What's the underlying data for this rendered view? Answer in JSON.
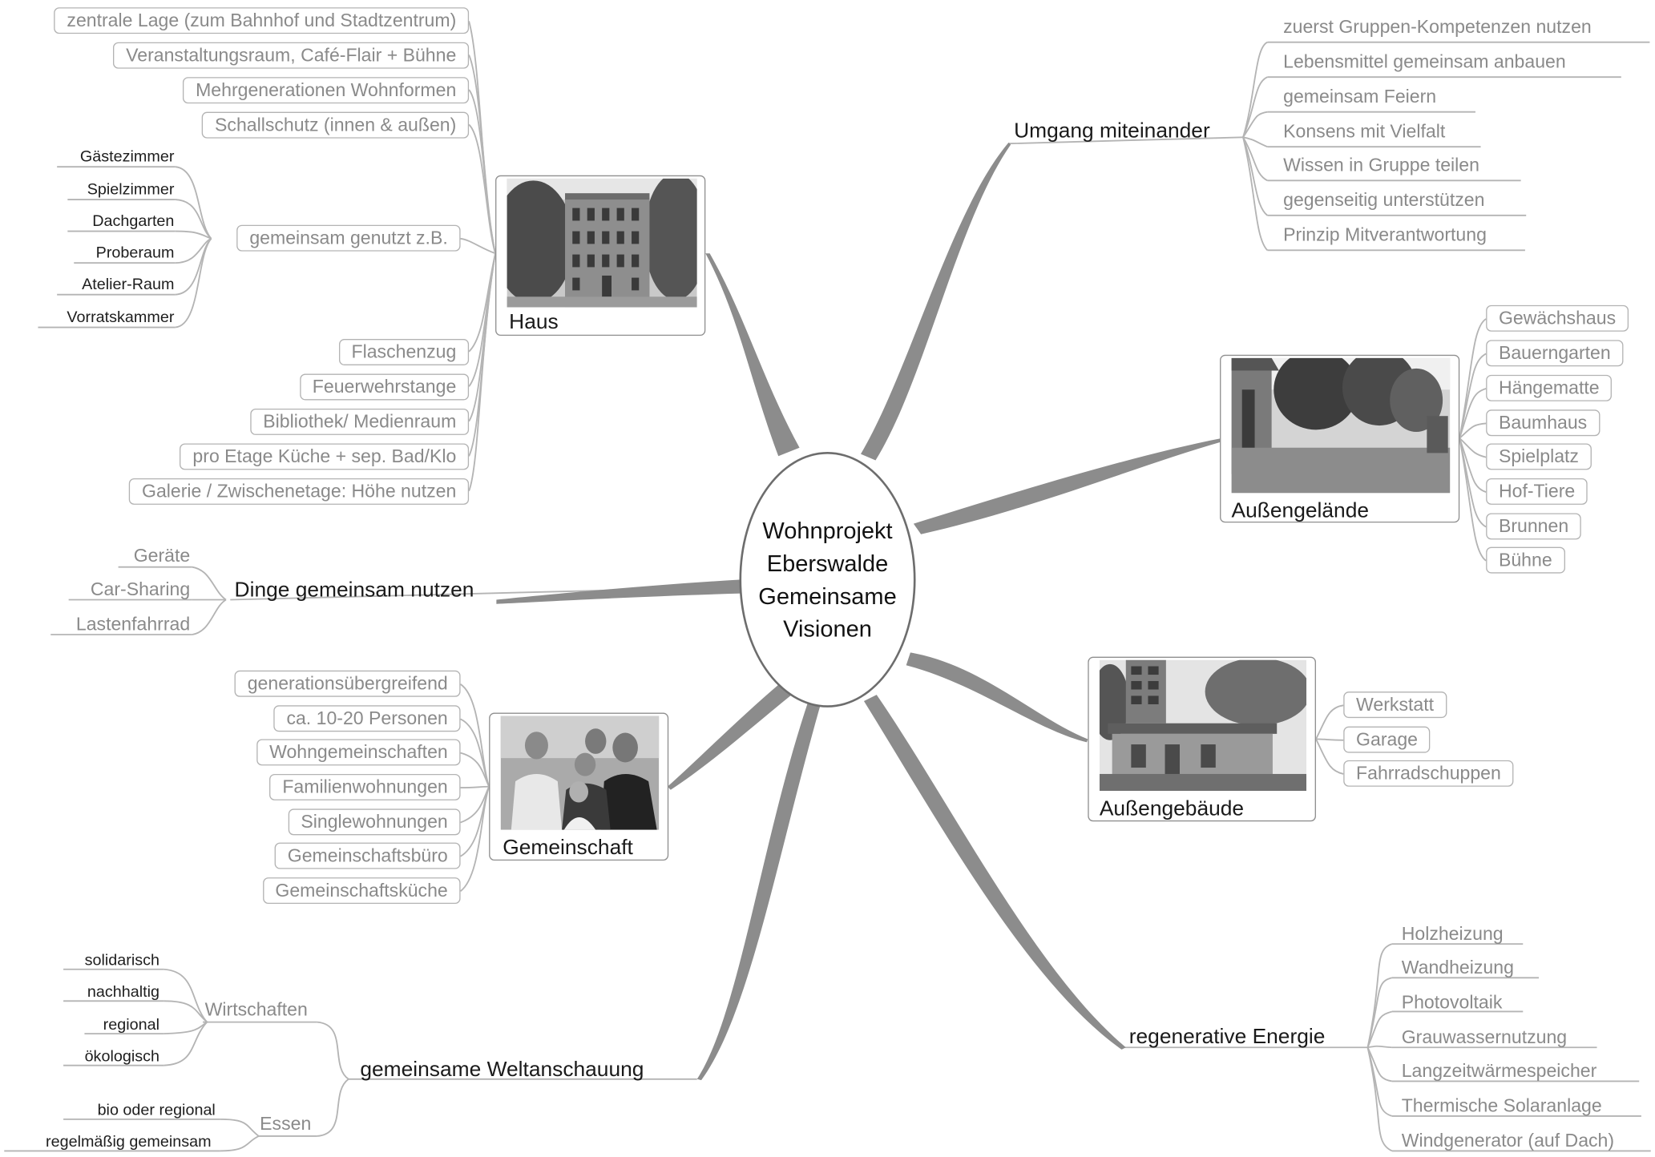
{
  "center": [
    "Wohnprojekt",
    "Eberswalde",
    "Gemeinsame",
    "Visionen"
  ],
  "haus": {
    "title": "Haus",
    "photo": "house-photo",
    "items": [
      "zentrale Lage (zum Bahnhof und Stadtzentrum)",
      "Veranstaltungsraum, Café-Flair + Bühne",
      "Mehrgenerationen Wohnformen",
      "Schallschutz (innen & außen)",
      "Flaschenzug",
      "Feuerwehrstange",
      "Bibliothek/ Medienraum",
      "pro Etage Küche + sep. Bad/Klo",
      "Galerie / Zwischenetage: Höhe nutzen"
    ],
    "shared": {
      "label": "gemeinsam genutzt z.B.",
      "items": [
        "Gästezimmer",
        "Spielzimmer",
        "Dachgarten",
        "Proberaum",
        "Atelier-Raum",
        "Vorratskammer"
      ]
    }
  },
  "dinge": {
    "title": "Dinge gemeinsam nutzen",
    "items": [
      "Geräte",
      "Car-Sharing",
      "Lastenfahrrad"
    ]
  },
  "gemeinschaft": {
    "title": "Gemeinschaft",
    "photo": "group-photo",
    "items": [
      "generationsübergreifend",
      "ca. 10-20 Personen",
      "Wohngemeinschaften",
      "Familienwohnungen",
      "Singlewohnungen",
      "Gemeinschaftsbüro",
      "Gemeinschaftsküche"
    ]
  },
  "weltanschauung": {
    "title": "gemeinsame Weltanschauung",
    "wirtschaften": {
      "label": "Wirtschaften",
      "items": [
        "solidarisch",
        "nachhaltig",
        "regional",
        "ökologisch"
      ]
    },
    "essen": {
      "label": "Essen",
      "items": [
        "bio oder regional",
        "regelmäßig gemeinsam"
      ]
    }
  },
  "umgang": {
    "title": "Umgang miteinander",
    "items": [
      "zuerst Gruppen-Kompetenzen nutzen",
      "Lebensmittel gemeinsam anbauen",
      "gemeinsam Feiern",
      "Konsens mit Vielfalt",
      "Wissen in Gruppe teilen",
      "gegenseitig unterstützen",
      "Prinzip Mitverantwortung"
    ]
  },
  "aussengelaende": {
    "title": "Außengelände",
    "photo": "garden-photo",
    "items": [
      "Gewächshaus",
      "Bauerngarten",
      "Hängematte",
      "Baumhaus",
      "Spielplatz",
      "Hof-Tiere",
      "Brunnen",
      "Bühne"
    ]
  },
  "aussengebaeude": {
    "title": "Außengebäude",
    "photo": "outbuilding-photo",
    "items": [
      "Werkstatt",
      "Garage",
      "Fahrradschuppen"
    ]
  },
  "energie": {
    "title": "regenerative Energie",
    "items": [
      "Holzheizung",
      "Wandheizung",
      "Photovoltaik",
      "Grauwassernutzung",
      "Langzeitwärmespeicher",
      "Thermische Solaranlage",
      "Windgenerator (auf Dach)"
    ]
  }
}
